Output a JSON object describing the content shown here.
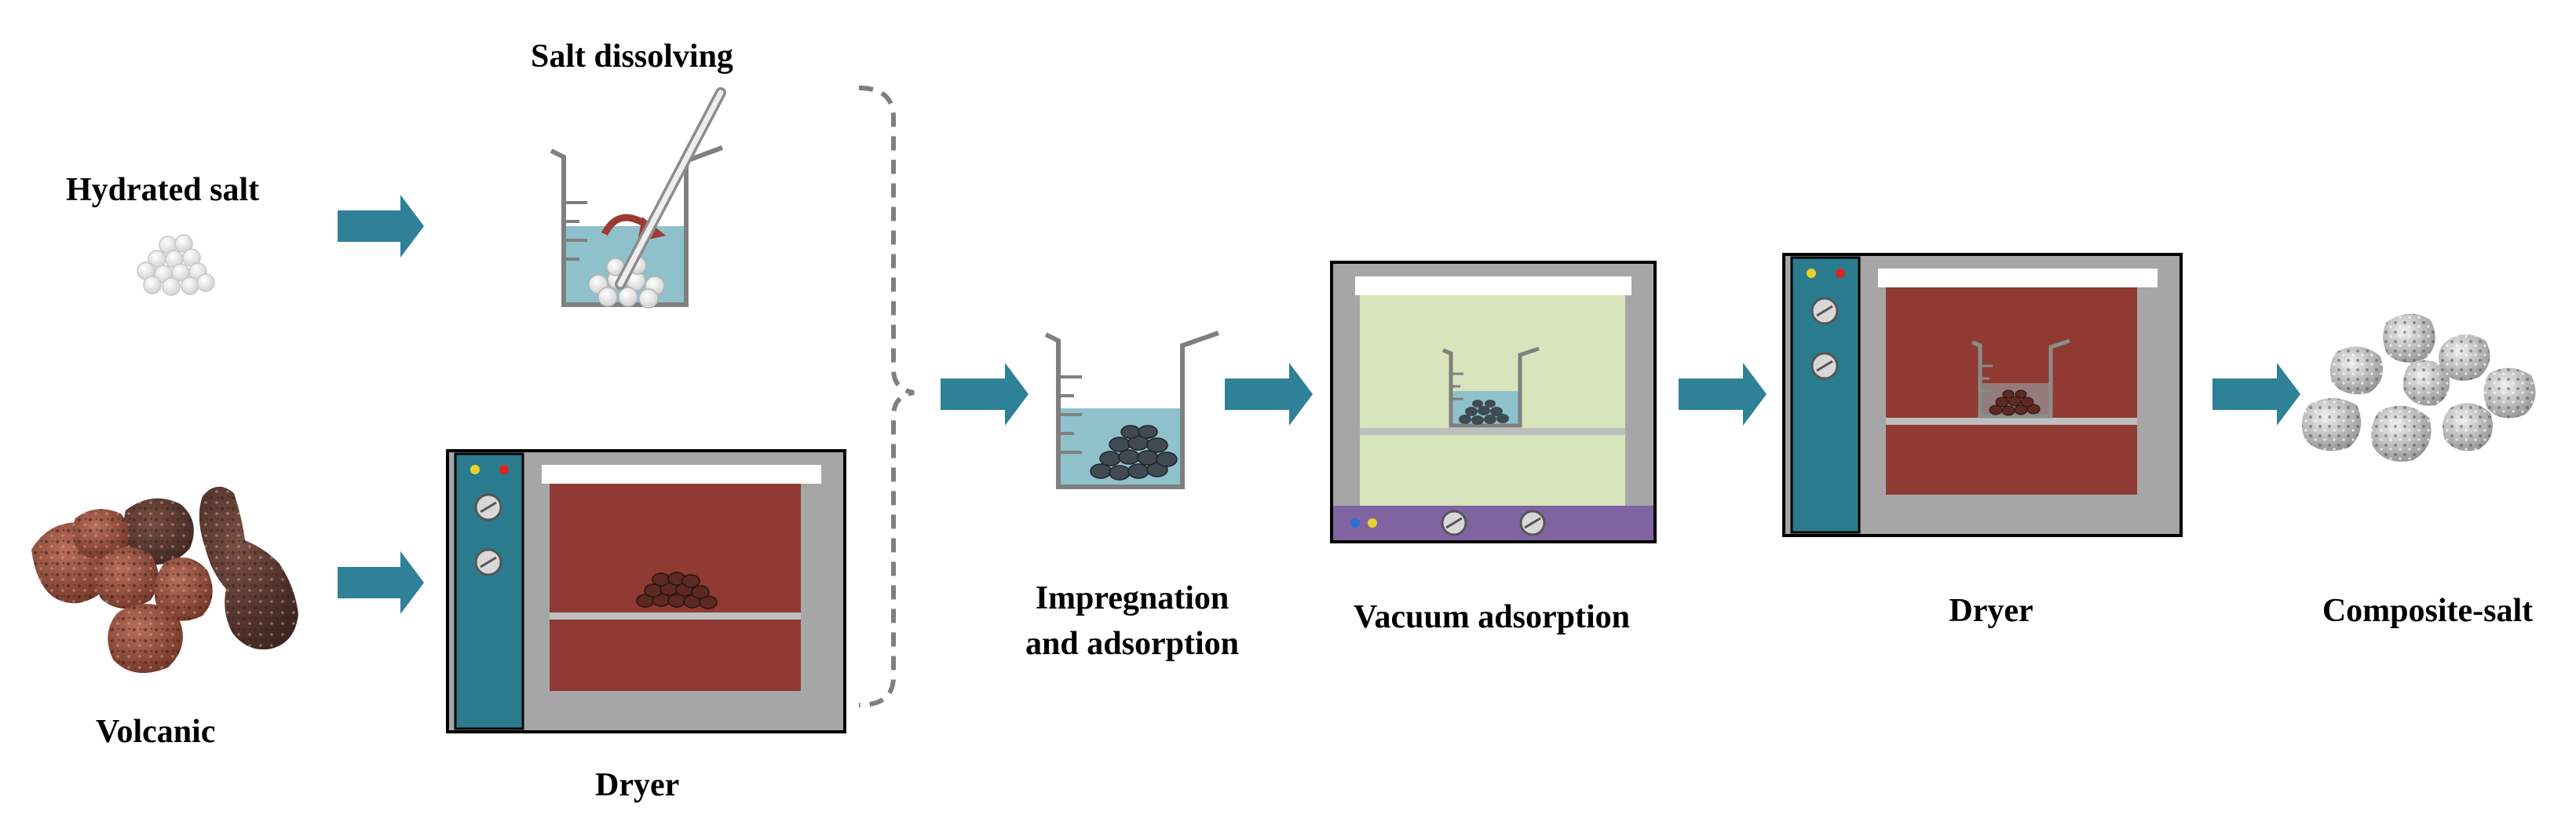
{
  "diagram": {
    "labels": {
      "hydrated_salt": "Hydrated salt",
      "salt_dissolving": "Salt dissolving",
      "volcanic": "Volcanic",
      "dryer_first": "Dryer",
      "impregnation_line1": "Impregnation",
      "impregnation_line2": "and adsorption",
      "vacuum_adsorption": "Vacuum adsorption",
      "dryer_second": "Dryer",
      "composite_salt": "Composite-salt"
    },
    "colors": {
      "arrow": "#2e8197",
      "oven_body": "#a6a6a6",
      "oven_panel": "#2b7b8e",
      "oven_chamber": "#8f3a33",
      "vacuum_chamber": "#d8e4bc",
      "vacuum_base": "#7f64a1",
      "water": "#8fc1cc",
      "bracket": "#7f7f7f"
    },
    "icons": [
      "right-arrow-icon",
      "beaker-icon",
      "stir-rod-icon",
      "oven-icon",
      "vacuum-chamber-icon",
      "salt-pellets-icon",
      "volcanic-rock-icon",
      "composite-salt-icon",
      "bracket-icon"
    ]
  }
}
